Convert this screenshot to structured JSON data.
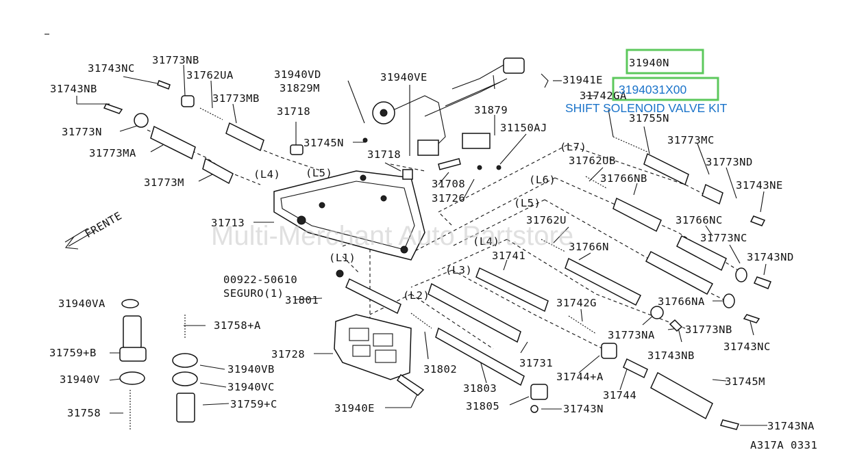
{
  "diagram_code": "A317A  0331",
  "watermark": "Multi-Merchant Auto Partstore",
  "frente": "FRENTE",
  "highlight": {
    "part_a": "31940N",
    "part_b": "3194031X00",
    "kit_label": "SHIFT SOLENOID VALVE KIT",
    "color": "#5cc85c",
    "text_color": "#1a73c9"
  },
  "labels": {
    "l31743NC_top": "31743NC",
    "l31773NB_top": "31773NB",
    "l31743NB_left": "31743NB",
    "l31762UA": "31762UA",
    "l31773MB": "31773MB",
    "l31773N": "31773N",
    "l31773MA": "31773MA",
    "l31773M": "31773M",
    "l31940VD": "31940VD",
    "l31829M": "31829M",
    "l31718_a": "31718",
    "l31745N": "31745N",
    "l31940VE": "31940VE",
    "l31718_b": "31718",
    "l31879": "31879",
    "l31150AJ": "31150AJ",
    "l31941E": "31941E",
    "l31742GA": "31742GA",
    "l31755N": "31755N",
    "l31773MC": "31773MC",
    "l31773ND": "31773ND",
    "l31743NE": "31743NE",
    "l31762UB": "31762UB",
    "l31766NB": "31766NB",
    "l31766NC": "31766NC",
    "l31773NC": "31773NC",
    "l31743ND": "31743ND",
    "l31708": "31708",
    "l31726": "31726",
    "l31713": "31713",
    "l31762U": "31762U",
    "l31766N": "31766N",
    "l31741": "31741",
    "l31742G": "31742G",
    "l31766NA": "31766NA",
    "l31773NA": "31773NA",
    "l31773NB_right": "31773NB",
    "l31743NC_right": "31743NC",
    "l31743NB_right": "31743NB",
    "l00922": "00922-50610",
    "l_seguro": "SEGURO(1)",
    "l31801": "31801",
    "l31940VA": "31940VA",
    "l31758A": "31758+A",
    "l31759B": "31759+B",
    "l31728": "31728",
    "l31940VB": "31940VB",
    "l31940V": "31940V",
    "l31940VC": "31940VC",
    "l31758": "31758",
    "l31759C": "31759+C",
    "l31802": "31802",
    "l31731": "31731",
    "l31744A": "31744+A",
    "l31745M": "31745M",
    "l31803": "31803",
    "l31744": "31744",
    "l31940E": "31940E",
    "l31805": "31805",
    "l31743N": "31743N",
    "l31743NA": "31743NA"
  },
  "lines": {
    "L1": "(L1)",
    "L2": "(L2)",
    "L3": "(L3)",
    "L4a": "(L4)",
    "L4b": "(L4)",
    "L5a": "(L5)",
    "L5b": "(L5)",
    "L6": "(L6)",
    "L7": "(L7)"
  }
}
